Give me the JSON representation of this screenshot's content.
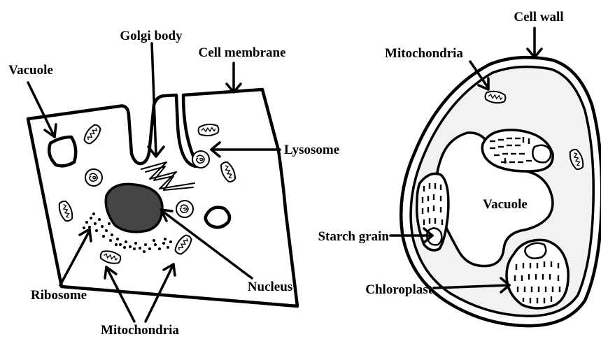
{
  "animal_cell": {
    "labels": {
      "golgi_body": "Golgi body",
      "cell_membrane": "Cell membrane",
      "vacuole": "Vacuole",
      "lysosome": "Lysosome",
      "ribosome": "Ribosome",
      "nucleus": "Nucleus",
      "mitochondria": "Mitochondria"
    }
  },
  "plant_cell": {
    "labels": {
      "cell_wall": "Cell wall",
      "mitochondria": "Mitochondria",
      "vacuole": "Vacuole",
      "starch_grain": "Starch grain",
      "chloroplast": "Chloroplast"
    }
  },
  "colors": {
    "outline": "#000000",
    "nucleus_fill": "#444444",
    "plant_cytoplasm": "#f2f2f2",
    "background": "#ffffff"
  }
}
